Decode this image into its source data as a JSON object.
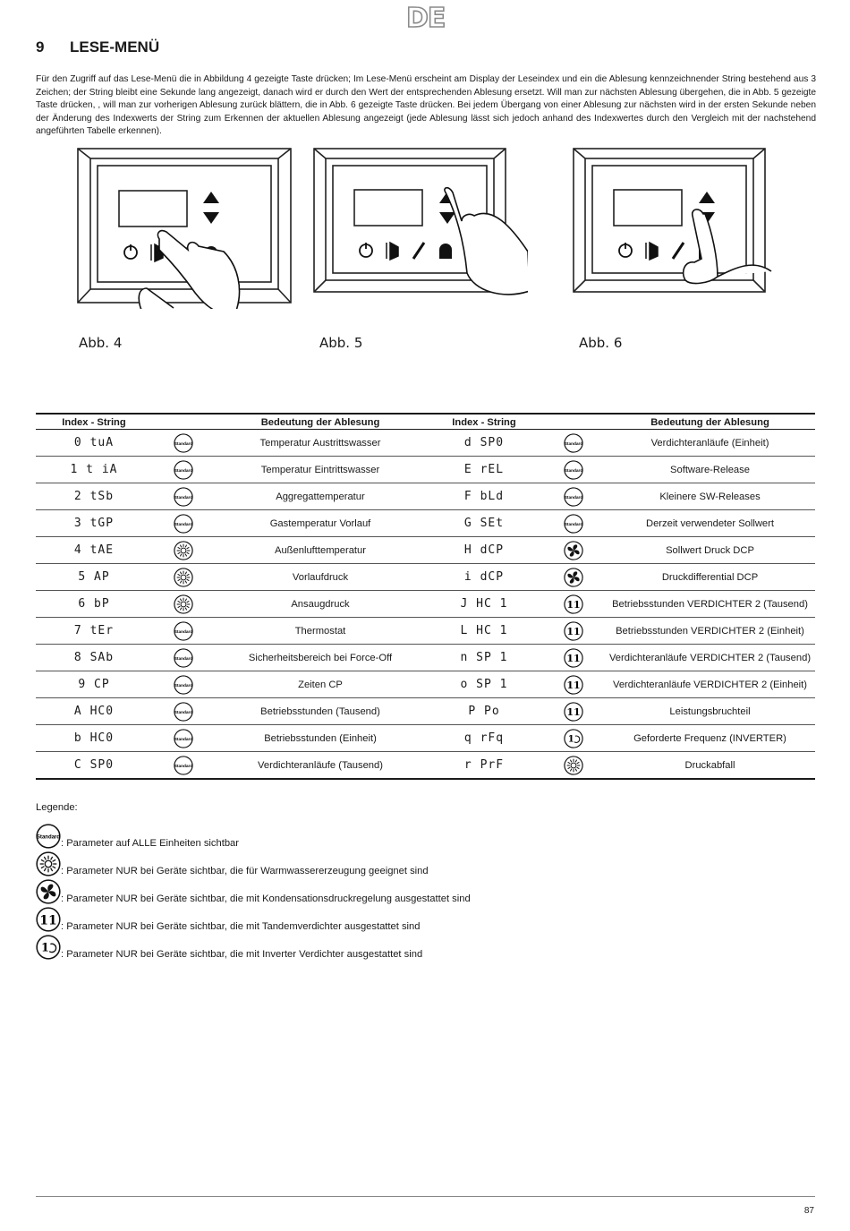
{
  "header": {
    "lang_badge": "DE"
  },
  "section": {
    "number": "9",
    "title": "LESE-MENÜ"
  },
  "intro": "Für den Zugriff auf das Lese-Menü die in Abbildung 4 gezeigte Taste drücken; Im Lese-Menü erscheint am Display der Leseindex und ein die Ablesung kennzeichnender String bestehend aus 3 Zeichen; der String bleibt eine Sekunde lang angezeigt, danach wird er durch den Wert der entsprechenden Ablesung ersetzt. Will man zur nächsten Ablesung übergehen, die in Abb. 5 gezeigte Taste drücken, , will man zur vorherigen Ablesung zurück blättern, die in Abb. 6 gezeigte Taste drücken. Bei jedem Übergang von einer Ablesung zur nächsten wird in der ersten Sekunde neben der Änderung des Indexwerts der String zum Erkennen der aktuellen Ablesung angezeigt (jede Ablesung lässt sich jedoch anhand des Indexwertes durch den Vergleich mit der nachstehend angeführten Tabelle erkennen).",
  "figures": [
    {
      "caption": "Abb. 4"
    },
    {
      "caption": "Abb. 5"
    },
    {
      "caption": "Abb. 6"
    }
  ],
  "table": {
    "headers": [
      "Index - String",
      "Bedeutung der Ablesung",
      "Index - String",
      "Bedeutung der Ablesung"
    ],
    "rows": [
      {
        "l_code": "0 tuA",
        "l_icon": "standard",
        "l_text": "Temperatur Austrittswasser",
        "r_code": "d SP0",
        "r_icon": "standard",
        "r_text": "Verdichteranläufe (Einheit)"
      },
      {
        "l_code": "1 t iA",
        "l_icon": "standard",
        "l_text": "Temperatur Eintrittswasser",
        "r_code": "E rEL",
        "r_icon": "standard",
        "r_text": "Software-Release"
      },
      {
        "l_code": "2 tSb",
        "l_icon": "standard",
        "l_text": "Aggregattemperatur",
        "r_code": "F bLd",
        "r_icon": "standard",
        "r_text": "Kleinere SW-Releases"
      },
      {
        "l_code": "3 tGP",
        "l_icon": "standard",
        "l_text": "Gastemperatur Vorlauf",
        "r_code": "G SEt",
        "r_icon": "standard",
        "r_text": "Derzeit verwendeter Sollwert"
      },
      {
        "l_code": "4 tAE",
        "l_icon": "sun",
        "l_text": "Außenlufttemperatur",
        "r_code": "H dCP",
        "r_icon": "fan",
        "r_text": "Sollwert Druck DCP"
      },
      {
        "l_code": "5 AP",
        "l_icon": "sun",
        "l_text": "Vorlaufdruck",
        "r_code": "i dCP",
        "r_icon": "fan",
        "r_text": "Druckdifferential DCP"
      },
      {
        "l_code": "6 bP",
        "l_icon": "sun",
        "l_text": "Ansaugdruck",
        "r_code": "J HC 1",
        "r_icon": "tandem",
        "r_text": "Betriebsstunden VERDICHTER 2 (Tausend)"
      },
      {
        "l_code": "7 tEr",
        "l_icon": "standard",
        "l_text": "Thermostat",
        "r_code": "L HC 1",
        "r_icon": "tandem",
        "r_text": "Betriebsstunden VERDICHTER 2 (Einheit)"
      },
      {
        "l_code": "8 SAb",
        "l_icon": "standard",
        "l_text": "Sicherheitsbereich bei Force-Off",
        "r_code": "n SP 1",
        "r_icon": "tandem",
        "r_text": "Verdichteranläufe VERDICHTER 2 (Tausend)"
      },
      {
        "l_code": "9 CP",
        "l_icon": "standard",
        "l_text": "Zeiten CP",
        "r_code": "o SP 1",
        "r_icon": "tandem",
        "r_text": "Verdichteranläufe VERDICHTER 2 (Einheit)"
      },
      {
        "l_code": "A HC0",
        "l_icon": "standard",
        "l_text": "Betriebsstunden (Tausend)",
        "r_code": "P Po",
        "r_icon": "tandem",
        "r_text": "Leistungsbruchteil"
      },
      {
        "l_code": "b HC0",
        "l_icon": "standard",
        "l_text": "Betriebsstunden (Einheit)",
        "r_code": "q rFq",
        "r_icon": "inverter",
        "r_text": "Geforderte Frequenz (INVERTER)"
      },
      {
        "l_code": "C SP0",
        "l_icon": "standard",
        "l_text": "Verdichteranläufe (Tausend)",
        "r_code": "r PrF",
        "r_icon": "sun",
        "r_text": "Druckabfall"
      }
    ]
  },
  "legend": {
    "title": "Legende:",
    "items": [
      {
        "icon": "standard",
        "text": ": Parameter auf ALLE Einheiten sichtbar"
      },
      {
        "icon": "sun",
        "text": ": Parameter NUR bei Geräte sichtbar, die für Warmwassererzeugung geeignet sind"
      },
      {
        "icon": "fan",
        "text": ": Parameter NUR bei Geräte sichtbar, die mit Kondensationsdruckregelung ausgestattet sind"
      },
      {
        "icon": "tandem",
        "text": ": Parameter NUR bei Geräte sichtbar, die mit Tandemverdichter ausgestattet sind"
      },
      {
        "icon": "inverter",
        "text": ": Parameter NUR bei Geräte sichtbar, die mit Inverter Verdichter ausgestattet sind"
      }
    ],
    "standard_label": "Standard"
  },
  "footer": {
    "page": "87"
  }
}
